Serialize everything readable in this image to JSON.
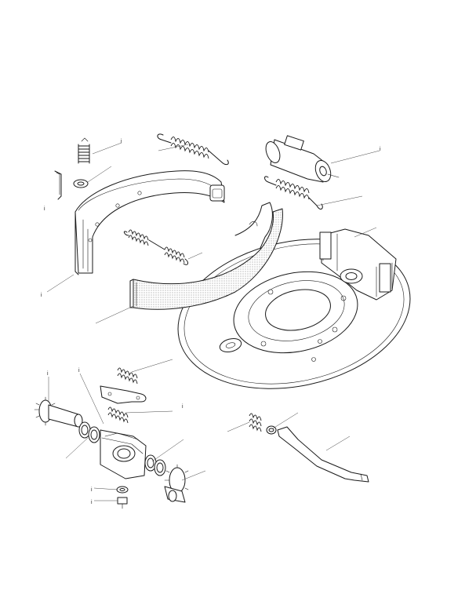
{
  "diagram": {
    "callouts": [
      {
        "id": "c1",
        "text": "i"
      },
      {
        "id": "c2",
        "text": "i"
      },
      {
        "id": "c3",
        "text": "i"
      },
      {
        "id": "c4",
        "text": "i"
      },
      {
        "id": "c5",
        "text": "i"
      },
      {
        "id": "c6",
        "text": "i"
      },
      {
        "id": "c7",
        "text": "i"
      },
      {
        "id": "c8",
        "text": "i"
      },
      {
        "id": "c9",
        "text": "i"
      }
    ]
  }
}
